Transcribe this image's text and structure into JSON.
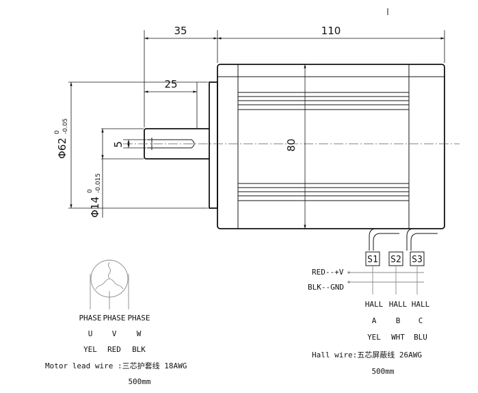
{
  "dimensions": {
    "shaft_length": "35",
    "body_length": "110",
    "shaft_usable_length": "25",
    "key_width": "5",
    "body_height": "80",
    "pilot_diameter": "Φ62",
    "pilot_tol_upper": "0",
    "pilot_tol_lower": "-0.05",
    "shaft_diameter": "Φ14",
    "shaft_tol_upper": "0",
    "shaft_tol_lower": "-0.015"
  },
  "hall_sensors": [
    "S1",
    "S2",
    "S3"
  ],
  "power_labels": {
    "red": "RED--+V",
    "black": "BLK--GND"
  },
  "hall_wires": {
    "row1": [
      "HALL",
      "HALL",
      "HALL"
    ],
    "row2": [
      "A",
      "B",
      "C"
    ],
    "row3": [
      "YEL",
      "WHT",
      "BLU"
    ],
    "caption": "Hall wire:五芯屏蔽线 26AWG",
    "length": "500mm"
  },
  "motor_leads": {
    "row1": [
      "PHASE",
      "PHASE",
      "PHASE"
    ],
    "row2": [
      "U",
      "V",
      "W"
    ],
    "row3": [
      "YEL",
      "RED",
      "BLK"
    ],
    "caption": "Motor lead wire :三芯护套线 18AWG",
    "length": "500mm"
  }
}
